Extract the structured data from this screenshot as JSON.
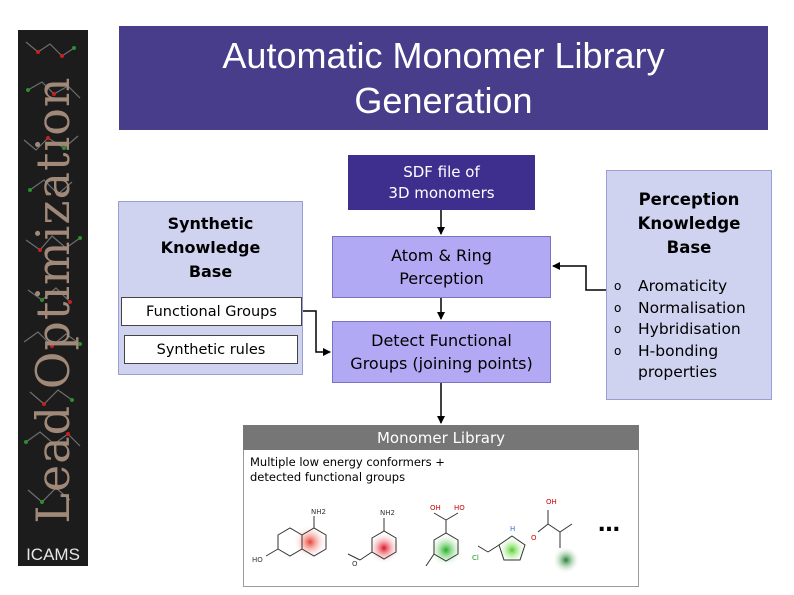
{
  "banner": {
    "title": "Lead Optimization",
    "org": "ICAMS"
  },
  "title": "Automatic Monomer Library\nGeneration",
  "pipeline": {
    "sdf": "SDF file of\n3D monomers",
    "atom_ring": "Atom & Ring\nPerception",
    "detect": "Detect Functional\nGroups (joining points)"
  },
  "synthetic_kb": {
    "title": "Synthetic\nKnowledge\nBase",
    "functional_groups": "Functional Groups",
    "synthetic_rules": "Synthetic rules"
  },
  "perception_kb": {
    "title": "Perception\nKnowledge\nBase",
    "bullet": "o",
    "items": [
      "Aromaticity",
      "Normalisation",
      "Hybridisation",
      "H-bonding properties"
    ]
  },
  "library": {
    "header": "Monomer Library",
    "description": "Multiple low energy conformers +\ndetected functional groups",
    "ellipsis": "…",
    "molecule_labels": [
      "NH2",
      "HO",
      "NH2",
      "O",
      "OH",
      "HO",
      "H",
      "Cl",
      "OH",
      "O"
    ],
    "glow_colors": [
      "#e84030",
      "#e01020",
      "#20b020",
      "#50d020",
      "#208030"
    ]
  },
  "colors": {
    "title_bar": "#483d8b",
    "sdf_box": "#3e2f8f",
    "process_box": "#b2a9f4",
    "kb_box": "#cfd3f0",
    "library_header": "#767676"
  }
}
